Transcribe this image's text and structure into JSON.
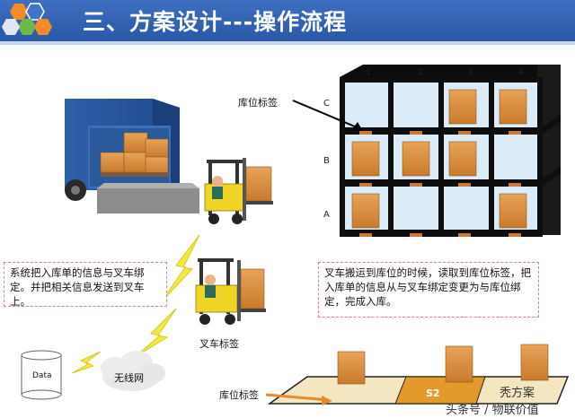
{
  "title": "三、方案设计---操作流程",
  "rack": {
    "columns": [
      "1",
      "2",
      "3",
      "4"
    ],
    "rows": [
      "C",
      "B",
      "A"
    ]
  },
  "labels": {
    "location_tag_top": "库位标签",
    "forklift_tag": "叉车标签",
    "location_tag_bottom": "库位标签",
    "slot_s2": "S2"
  },
  "notes": {
    "bind_info": "系统把入库单的信息与叉车绑定。并把相关信息发送到叉车上。",
    "rebind_info": "叉车搬运到库位的时候，读取到库位标签，把入库单的信息从与叉车绑定变更为与库位绑定，完成入库。"
  },
  "network": {
    "data_label": "Data",
    "wireless_label": "无线网"
  },
  "watermark": {
    "line1": "秃方案",
    "line2": "头条号 / 物联价值"
  }
}
